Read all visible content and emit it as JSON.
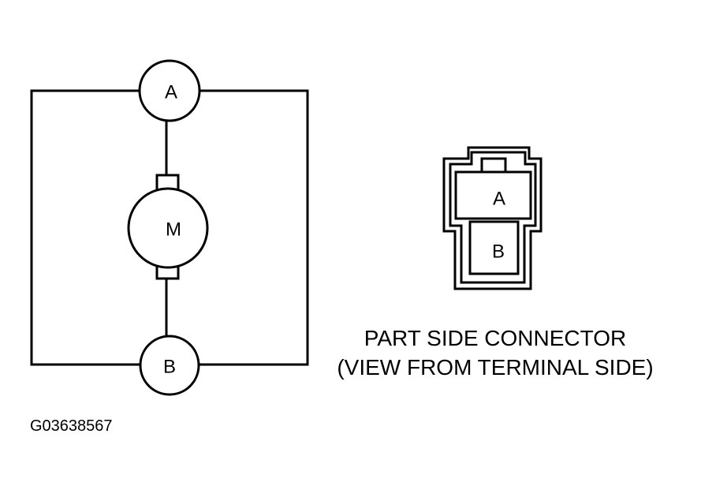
{
  "motor_circuit": {
    "terminal_a": "A",
    "terminal_b": "B",
    "motor": "M"
  },
  "connector": {
    "pin_a": "A",
    "pin_b": "B",
    "caption_line1": "PART SIDE CONNECTOR",
    "caption_line2": "(VIEW FROM TERMINAL SIDE)"
  },
  "figure_id": "G03638567"
}
